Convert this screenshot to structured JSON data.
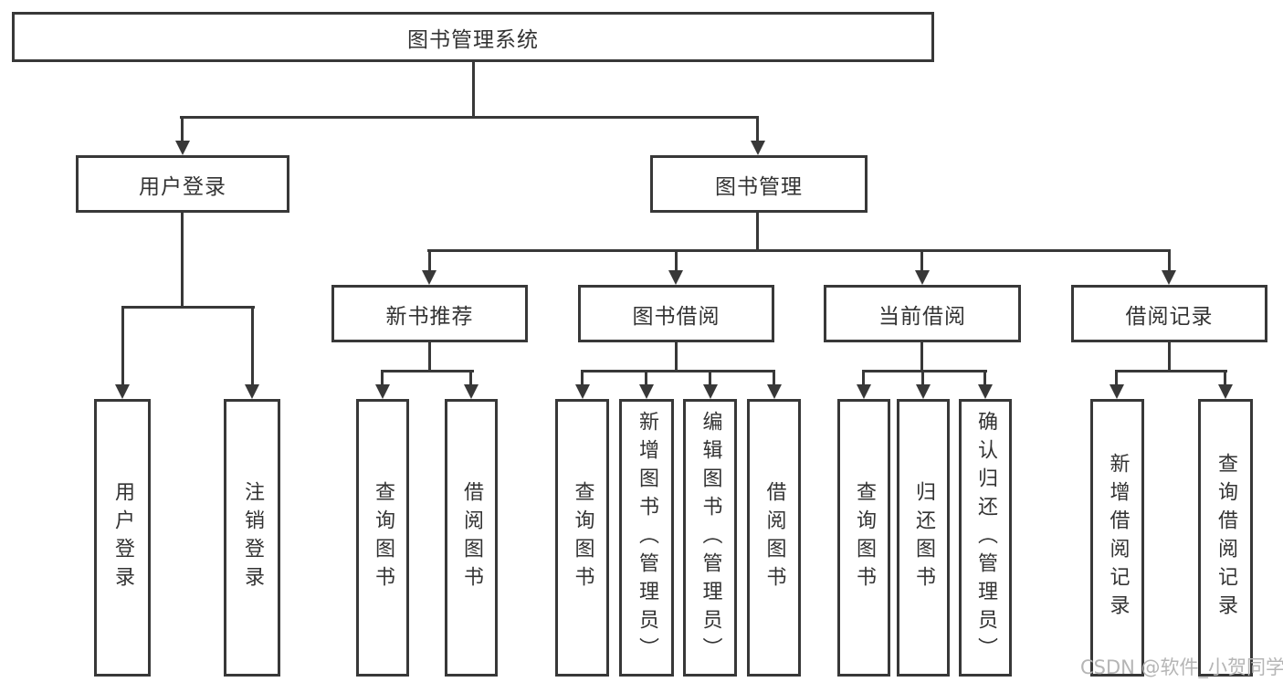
{
  "diagram": {
    "root": {
      "label": "图书管理系统",
      "children": [
        {
          "label": "用户登录",
          "children": [
            {
              "label": "用户登录"
            },
            {
              "label": "注销登录"
            }
          ]
        },
        {
          "label": "图书管理",
          "children": [
            {
              "label": "新书推荐",
              "children": [
                {
                  "label": "查询图书"
                },
                {
                  "label": "借阅图书"
                }
              ]
            },
            {
              "label": "图书借阅",
              "children": [
                {
                  "label": "查询图书"
                },
                {
                  "label": "新增图书（管理员）"
                },
                {
                  "label": "编辑图书（管理员）"
                },
                {
                  "label": "借阅图书"
                }
              ]
            },
            {
              "label": "当前借阅",
              "children": [
                {
                  "label": "查询图书"
                },
                {
                  "label": "归还图书"
                },
                {
                  "label": "确认归还（管理员）"
                }
              ]
            },
            {
              "label": "借阅记录",
              "children": [
                {
                  "label": "新增借阅记录"
                },
                {
                  "label": "查询借阅记录"
                }
              ]
            }
          ]
        }
      ]
    }
  },
  "watermark": {
    "text": "CSDN @软件_小贺同学"
  },
  "colors": {
    "line": "#383838",
    "box_border": "#383838",
    "box_background": "#ffffff",
    "text": "#333333",
    "watermark": "#b5b5b5",
    "background": "#ffffff"
  }
}
